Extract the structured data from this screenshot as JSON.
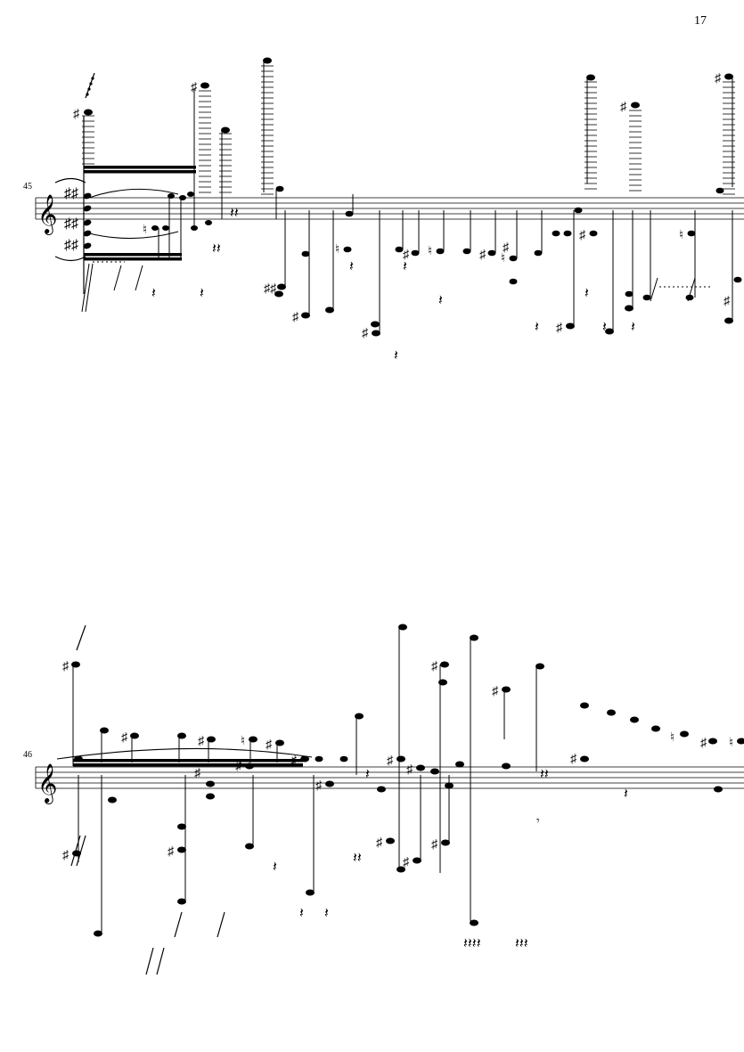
{
  "page": {
    "number": "17"
  },
  "systems": [
    {
      "measure_number": "45",
      "clef": "treble-clef"
    },
    {
      "measure_number": "46",
      "clef": "treble-clef"
    }
  ],
  "colors": {
    "ink": "#000000",
    "paper": "#ffffff"
  }
}
